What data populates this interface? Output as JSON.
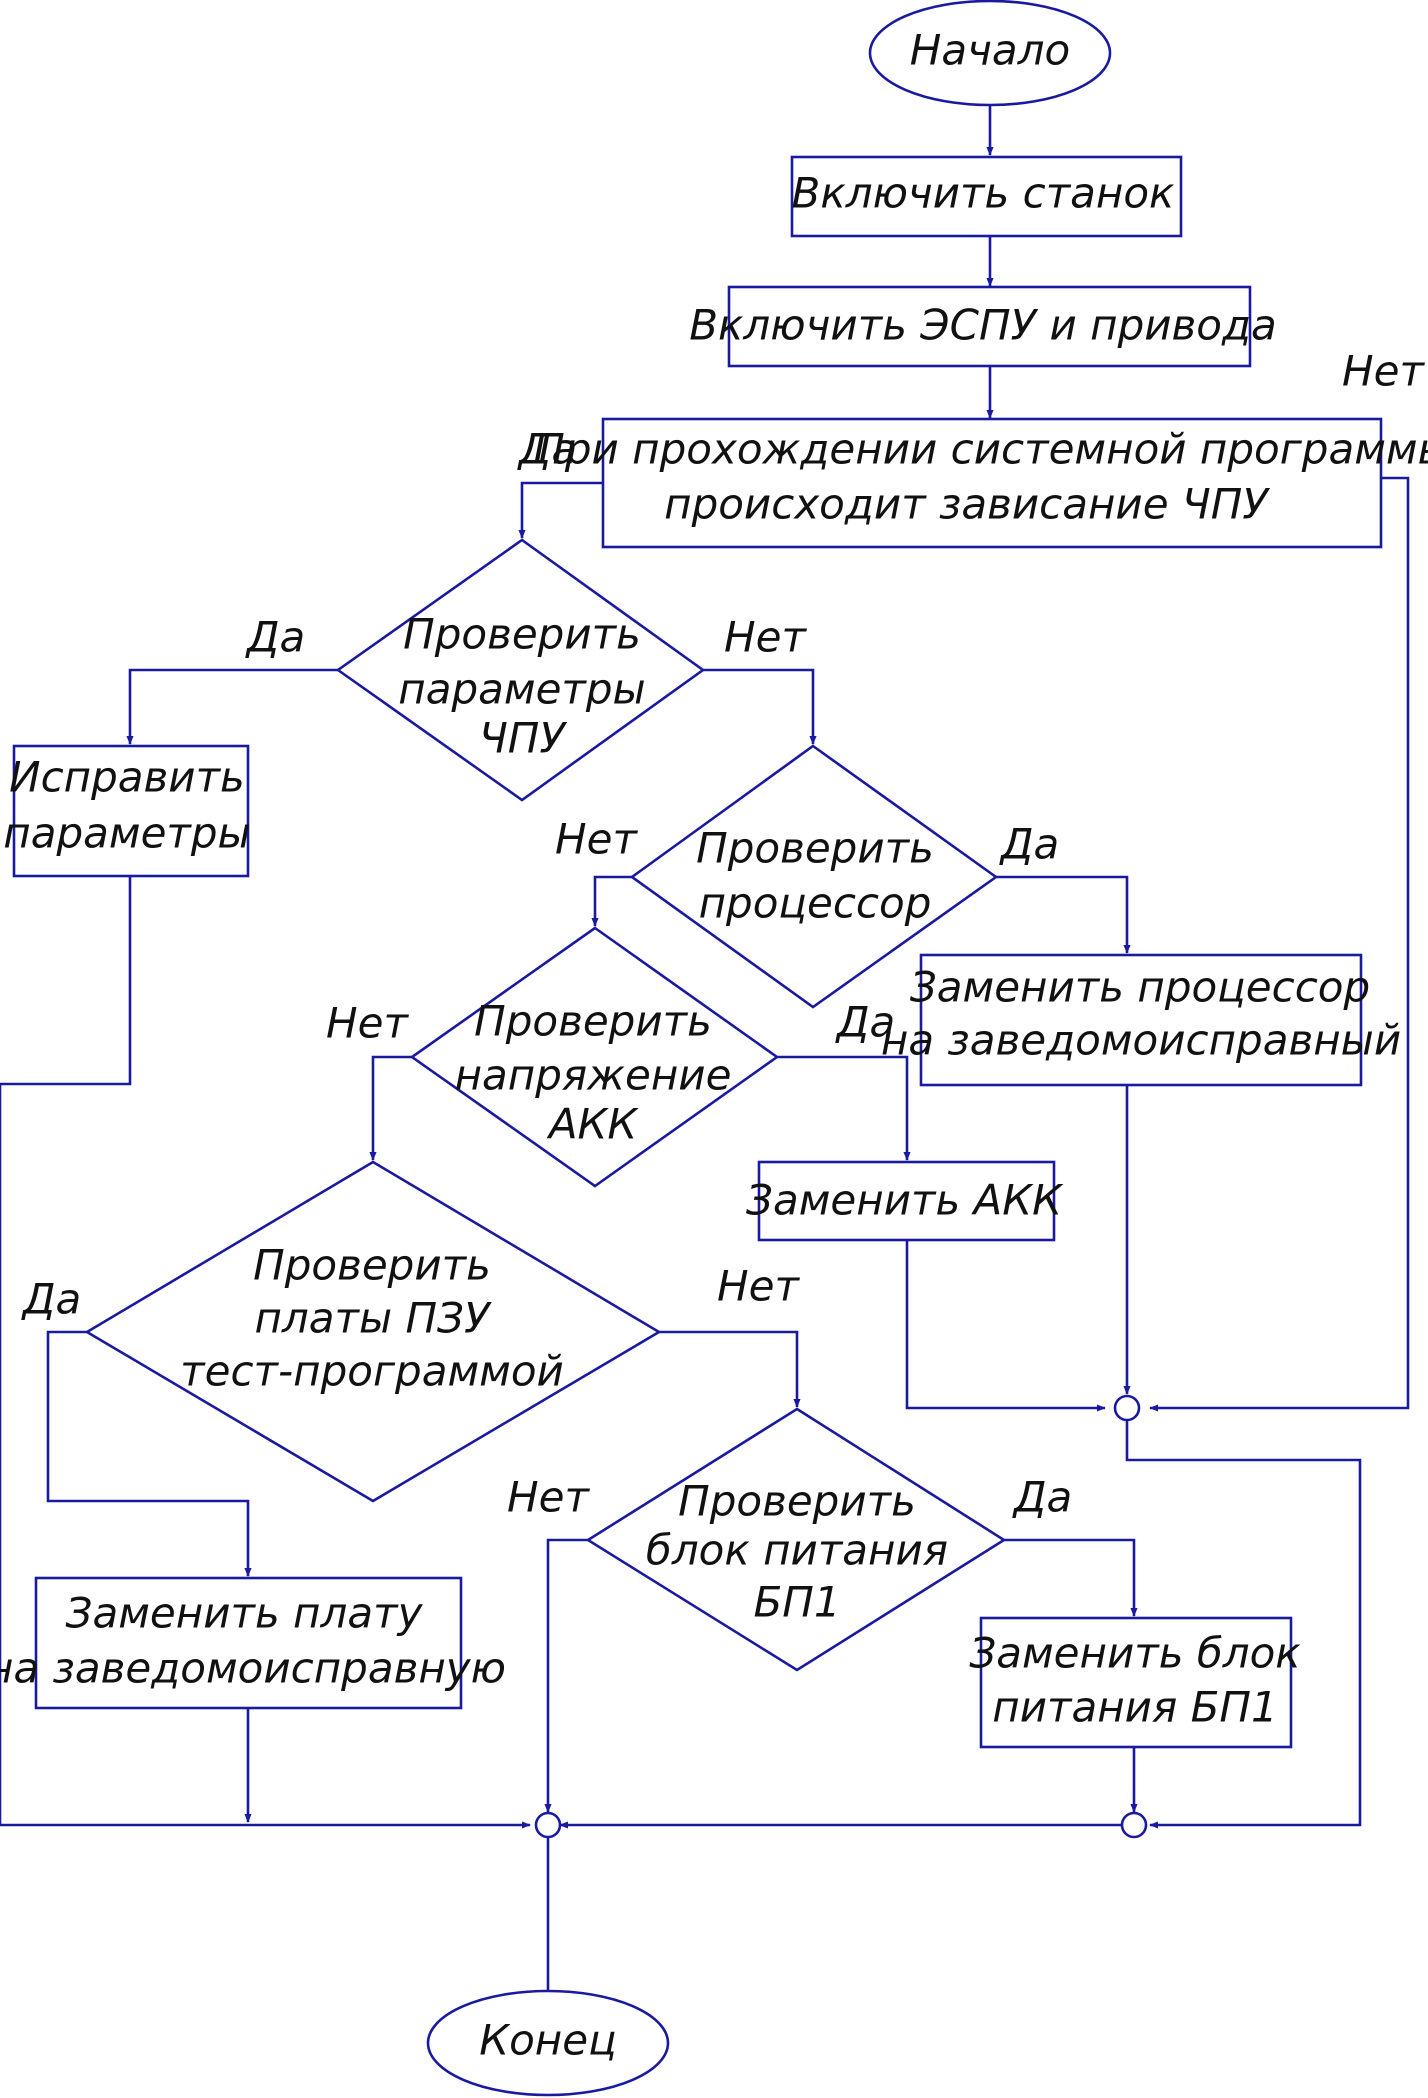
{
  "nodes": {
    "start": "Начало",
    "power_on": "Включить станок",
    "espu_on": "Включить ЭСПУ и привода",
    "hang_check": [
      "При прохождении системной программы",
      "происходит зависание ЧПУ"
    ],
    "check_params": [
      "Проверить",
      "параметры",
      "ЧПУ"
    ],
    "fix_params": [
      "Исправить",
      "параметры"
    ],
    "check_cpu": [
      "Проверить",
      "процессор"
    ],
    "replace_cpu": [
      "Заменить процессор",
      "на заведомоисправный"
    ],
    "check_akk": [
      "Проверить",
      "напряжение",
      "АКК"
    ],
    "replace_akk": "Заменить АКК",
    "check_pzu": [
      "Проверить",
      "платы ПЗУ",
      "тест-программой"
    ],
    "replace_board": [
      "Заменить плату",
      "на заведомоисправную"
    ],
    "check_psu": [
      "Проверить",
      "блок питания",
      "БП1"
    ],
    "replace_psu": [
      "Заменить блок",
      "питания БП1"
    ],
    "end": "Конец"
  },
  "labels": {
    "hang_yes": "Да",
    "hang_no": "Нет",
    "params_yes": "Да",
    "params_no": "Нет",
    "cpu_no": "Нет",
    "cpu_yes": "Да",
    "akk_no": "Нет",
    "akk_yes": "Да",
    "pzu_yes": "Да",
    "pzu_no": "Нет",
    "psu_no": "Нет",
    "psu_yes": "Да"
  },
  "colors": {
    "line": "#1a1aa0",
    "text": "#111111",
    "background": "#ffffff"
  }
}
